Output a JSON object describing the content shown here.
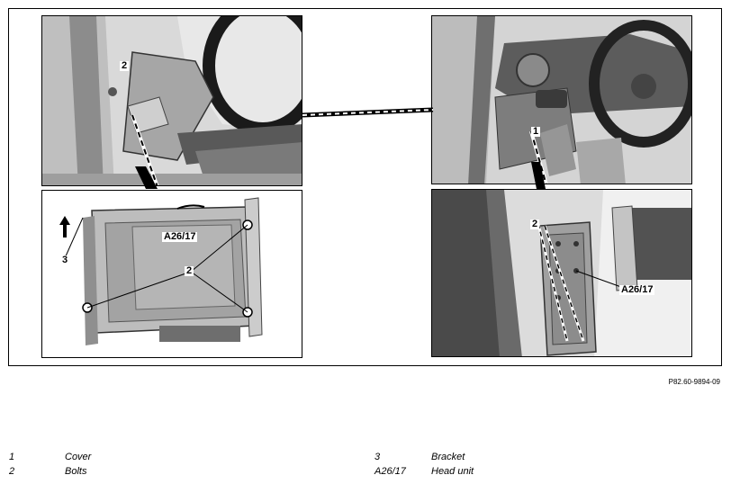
{
  "figure": {
    "reference": "P82.60-9894-09",
    "callouts": {
      "tl_2": "2",
      "bl_3": "3",
      "bl_a26": "A26/17",
      "bl_2": "2",
      "tr_1": "1",
      "br_2": "2",
      "br_a26": "A26/17"
    }
  },
  "legend": {
    "items": [
      {
        "key": "1",
        "label": "Cover"
      },
      {
        "key": "2",
        "label": "Bolts"
      },
      {
        "key": "3",
        "label": "Bracket"
      },
      {
        "key": "A26/17",
        "label": "Head unit"
      }
    ]
  }
}
